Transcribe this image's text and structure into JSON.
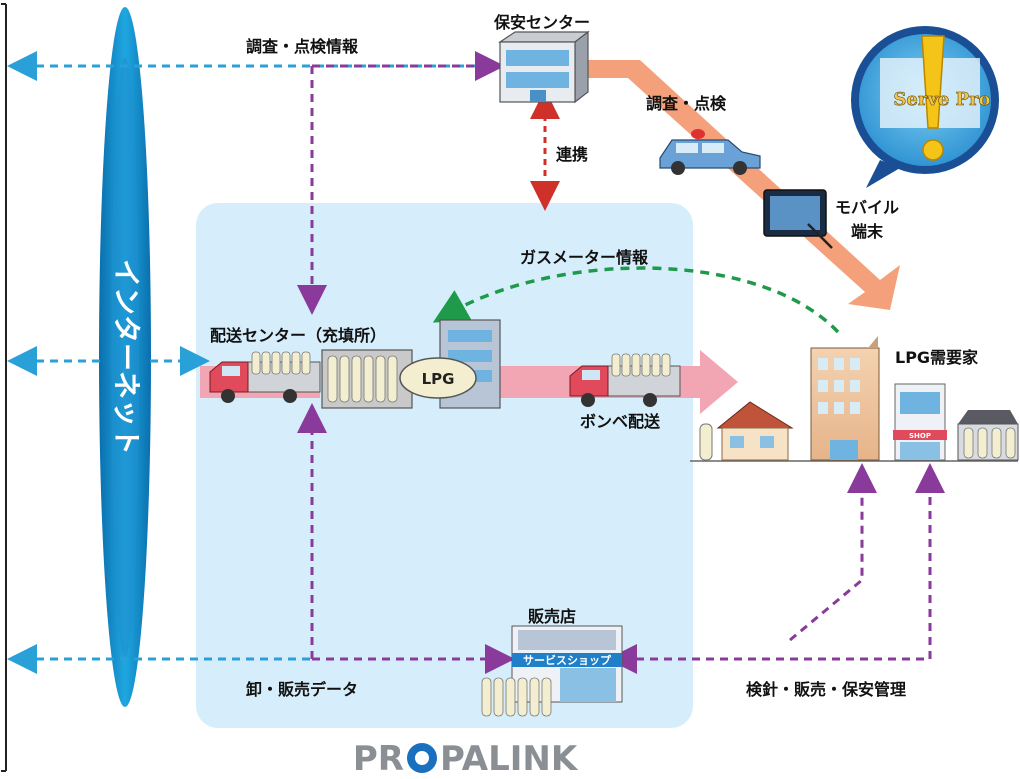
{
  "internet": {
    "label": "インターネット"
  },
  "security_center": {
    "title": "保安センター"
  },
  "labels": {
    "survey_info": "調査・点検情報",
    "survey_check": "調査・点検",
    "cooperation": "連携",
    "mobile_terminal_1": "モバイル",
    "mobile_terminal_2": "端末",
    "gas_meter_info": "ガスメーター情報",
    "delivery_center": "配送センター（充填所）",
    "lpg_tank": "LPG",
    "cylinder_delivery": "ボンベ配送",
    "lpg_customers": "LPG需要家",
    "shop_sign": "SHOP",
    "sales_store": "販売店",
    "service_shop": "サービスショップ",
    "wholesale_data": "卸・販売データ",
    "meter_sales_mgmt": "検針・販売・保安管理"
  },
  "badge": {
    "logo_text": "Serve Pro"
  },
  "footer": {
    "logo_left": "PR",
    "logo_right": "PALINK"
  },
  "colors": {
    "internet_blue": "#1e9fd8",
    "dashed_cyan": "#2aa0d8",
    "dashed_purple": "#8a3a9a",
    "dashed_green": "#1f9a4a",
    "dashed_red": "#d0302a",
    "area_fill": "#d6eefb",
    "arrow_salmon": "#f4a07a",
    "arrow_pink": "#f2a6b4"
  }
}
